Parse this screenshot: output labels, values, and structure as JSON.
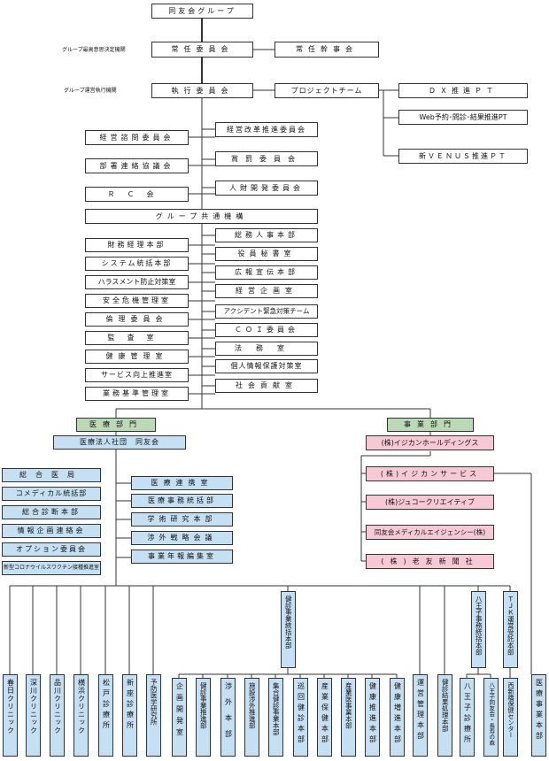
{
  "top": "同友会グループ",
  "decision_label": "グループ最高意思決定機関",
  "exec_label": "グループ運営執行機関",
  "standing_committee": "常任委員会",
  "standing_secretary": "常任幹事会",
  "executive_committee": "執行委員会",
  "project_team": "プロジェクトチーム",
  "pts": [
    "ＤＸ推進ＰＴ",
    "Web予約･問診･結果推進PT",
    "新ＶＥＮＵＳ推進ＰＴ"
  ],
  "left_committees": [
    "経営諮問委員会",
    "部署連絡協議会",
    "ＲＣ会"
  ],
  "right_committees": [
    "経営改革推進委員会",
    "賞罰委員会",
    "人財開発委員会"
  ],
  "common": "グループ共通機構",
  "left_org": [
    "財務経理本部",
    "システム統括本部",
    "ハラスメント防止対策室",
    "安全危機管理室",
    "倫理委員会",
    "監査室",
    "健康管理室",
    "サービス向上推進室",
    "業務基準管理室"
  ],
  "right_org": [
    "総務人事本部",
    "役員秘書室",
    "広報宣伝本部",
    "経営企画室",
    "アクシデント緊急対策チーム",
    "ＣＯＩ委員会",
    "法務室",
    "個人情報保護対策室",
    "社会貢献室"
  ],
  "medical": "医療部門",
  "business": "事業部門",
  "corp": "医療法人社団　同友会",
  "business_cos": [
    "(株)イジカンホールディングス",
    "(株)イジカンサービス",
    "(株)ジュコークリエイティブ",
    "同友会メディカルエイジェンシー(株)",
    "(株)老友新聞社"
  ],
  "med_left": [
    "総合医局",
    "コメディカル統括部",
    "総合診断本部",
    "情報企画連絡会",
    "オプション委員会",
    "新型コロナウイルスワクチン接種推進室"
  ],
  "med_right": [
    "医療連携室",
    "医療事務統括部",
    "学術研究本部",
    "渉外戦略会議",
    "事業年報編集室"
  ],
  "clinics": [
    "春日クリニック",
    "深川クリニック",
    "品川クリニック",
    "横浜クリニック",
    "松戸診療所",
    "新座診療所",
    "予防医学研究所"
  ],
  "kenshin_hq": "健診事業統括本部",
  "kenshin_units": [
    "企画開発室",
    "健診事業推進部",
    "渉外本部",
    "施設渉外推進部",
    "集合健診事業本部",
    "巡回健診本部",
    "産業保健本部",
    "産業医事業本部",
    "健康推進本部",
    "健康増進本部",
    "運営管理本部",
    "健診結果処理本部"
  ],
  "hachioji_hq": "八王子事務統括本部",
  "hachioji_units": [
    "八王子診療所",
    "八王子同友会・長寿の森"
  ],
  "tjk_hq": "ＴＪＫ運営受託本部",
  "tjk_units": [
    "西新橋保健センター"
  ],
  "medical_business": "医療事業本部"
}
